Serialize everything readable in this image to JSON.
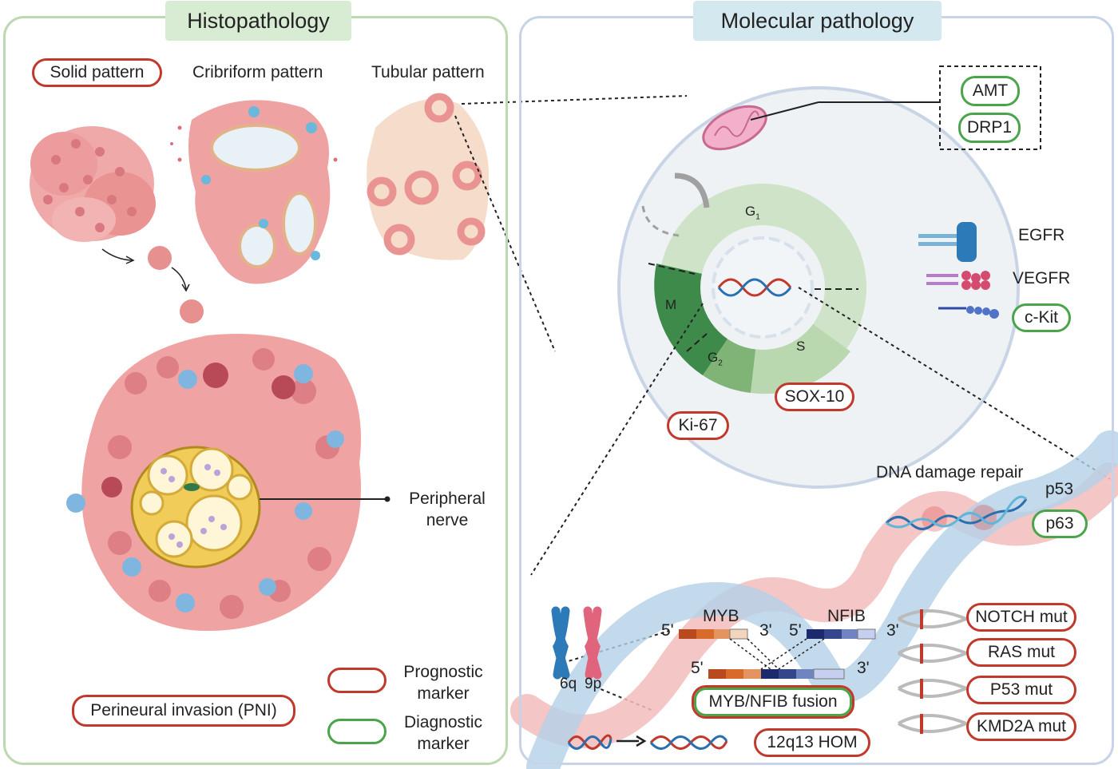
{
  "histopathology": {
    "title": "Histopathology",
    "solid_pattern": "Solid pattern",
    "cribriform_pattern": "Cribriform pattern",
    "tubular_pattern": "Tubular pattern",
    "peripheral_nerve_line1": "Peripheral",
    "peripheral_nerve_line2": "nerve",
    "pni": "Perineural invasion (PNI)"
  },
  "legend": {
    "prognostic_line1": "Prognostic",
    "prognostic_line2": "marker",
    "diagnostic_line1": "Diagnostic",
    "diagnostic_line2": "marker",
    "prognostic_color": "#c0392b",
    "diagnostic_color": "#4aa54a"
  },
  "molecular": {
    "title": "Molecular pathology",
    "mito_markers": [
      "AMT",
      "DRP1"
    ],
    "receptors": {
      "egfr": "EGFR",
      "vegfr": "VEGFR",
      "ckit": "c-Kit"
    },
    "cell_cycle": {
      "g1": "G",
      "g1_sub": "1",
      "s": "S",
      "g2": "G",
      "g2_sub": "2",
      "m": "M"
    },
    "ki67": "Ki-67",
    "sox10": "SOX-10",
    "dna_repair": "DNA damage repair",
    "p53": "p53",
    "p63": "p63",
    "fusion": {
      "myb": "MYB",
      "nfib": "NFIB",
      "five_prime": "5'",
      "three_prime": "3'",
      "fusion_label": "MYB/NFIB fusion",
      "chrom_6q": "6q",
      "chrom_9p": "9p"
    },
    "hom": "12q13 HOM",
    "mutations": [
      "NOTCH mut",
      "RAS mut",
      "P53 mut",
      "KMD2A mut"
    ]
  }
}
